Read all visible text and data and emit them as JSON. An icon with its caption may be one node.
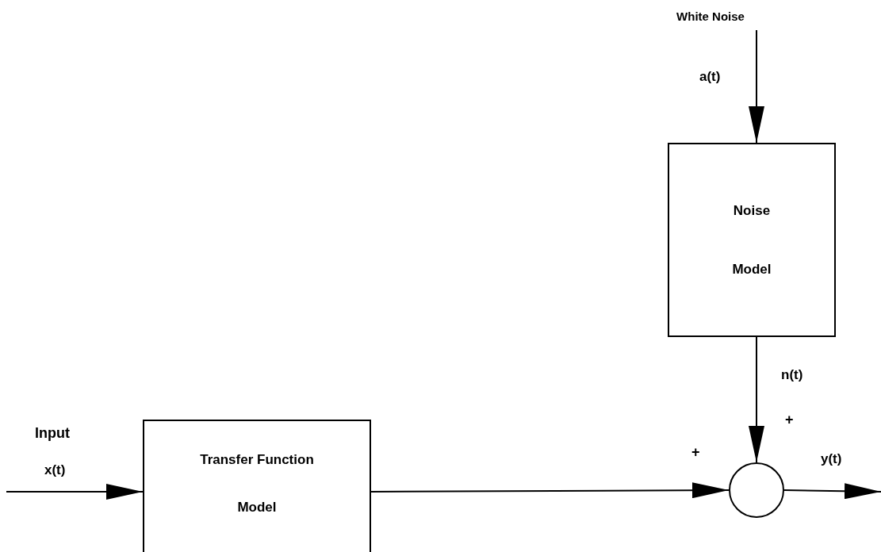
{
  "diagram": {
    "nodes": [
      {
        "text": [
          "White Noise"
        ]
      },
      {
        "text": [
          "Noise Model"
        ]
      },
      {
        "text": [
          "Transfer Function Model"
        ]
      },
      {
        "text": [],
        "shape": "circle"
      }
    ],
    "edges": [
      {
        "from": 0,
        "to": 1,
        "arrow": "to",
        "label": "a(t)"
      },
      {
        "from": null,
        "to": 2,
        "arrow": "to",
        "label": "x(t)"
      },
      {
        "from": 2,
        "to": 3,
        "arrow": "to"
      },
      {
        "from": 1,
        "to": 3,
        "arrow": "to",
        "label": "n(t)"
      },
      {
        "from": 3,
        "to": null,
        "arrow": "to",
        "label": "y(t)"
      }
    ],
    "labels": [
      "Input",
      "+",
      "+"
    ]
  }
}
